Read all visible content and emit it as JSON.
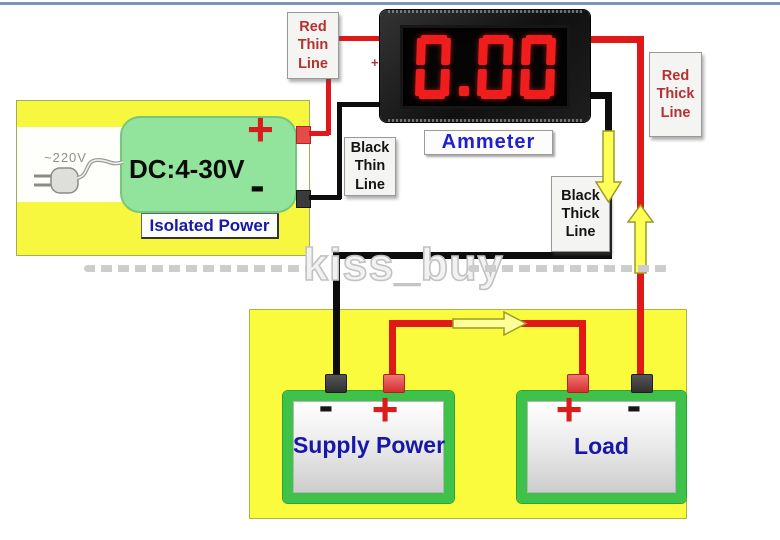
{
  "ammeter": {
    "display": "0.00",
    "label": "Ammeter",
    "polarity_mark": "+"
  },
  "wire_tags": {
    "red_thin": "Red\nThin\nLine",
    "black_thin": "Black\nThin\nLine",
    "red_thick": "Red\nThick\nLine",
    "black_thick": "Black\nThick\nLine"
  },
  "isolated_power": {
    "label": "Isolated Power",
    "dc_range": "DC:4-30V",
    "ac_input": "~220V",
    "plus": "+",
    "minus": "-"
  },
  "supply_power": {
    "label": "Supply Power",
    "minus": "-",
    "plus": "+"
  },
  "load": {
    "label": "Load",
    "plus": "+",
    "minus": "-"
  },
  "watermark": "kiss_buy",
  "colors": {
    "wire_red": "#e01818",
    "wire_black": "#0d0d0d",
    "panel_yellow": "#f7f73f",
    "converter_green": "#92e39c",
    "battery_green": "#3ec24a",
    "arrow_yellow": "#ffff55",
    "label_blue": "#1717a8",
    "label_red": "#b53131",
    "digit_red": "#f01d1d",
    "top_rule_blue": "#7b95b2"
  }
}
